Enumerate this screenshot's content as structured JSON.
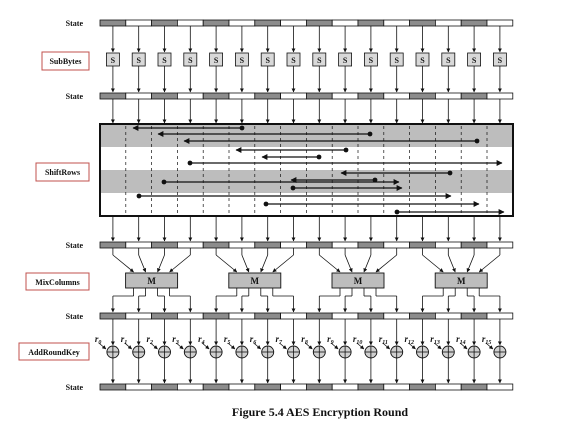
{
  "labels": {
    "state": "State",
    "subbytes": "SubBytes",
    "shiftrows": "ShiftRows",
    "mixcolumns": "MixColumns",
    "addroundkey": "AddRoundKey"
  },
  "sbox_label": "S",
  "mix_label": "M",
  "round_key_symbol": "r",
  "round_key_indices": [
    "0",
    "1",
    "2",
    "3",
    "4",
    "5",
    "6",
    "7",
    "8",
    "9",
    "10",
    "11",
    "12",
    "13",
    "14",
    "15"
  ],
  "caption": "Figure 5.4  AES Encryption Round",
  "colors": {
    "label_border": "#c0504d",
    "state_gray": "#8c8c8c",
    "shiftrows_band": "#bdbdbd",
    "ink": "#111111"
  }
}
